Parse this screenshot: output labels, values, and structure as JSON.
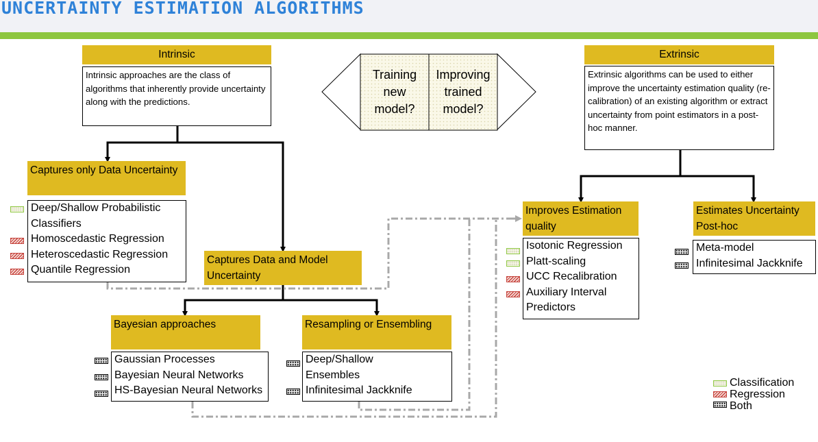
{
  "title": "UNCERTAINTY ESTIMATION ALGORITHMS",
  "intrinsic": {
    "label": "Intrinsic",
    "description": "Intrinsic approaches are the class of algorithms that inherently provide uncertainty along with the predictions."
  },
  "extrinsic": {
    "label": "Extrinsic",
    "description": "Extrinsic algorithms can be used to either improve the uncertainty estimation quality (re-calibration) of an existing algorithm or extract uncertainty from point estimators in a post-hoc manner."
  },
  "arrow": {
    "left": "Training new model?",
    "right": "Improving trained model?"
  },
  "data_only": {
    "label": "Captures only Data Uncertainty",
    "items": [
      {
        "text": "Deep/Shallow Probabilistic Classifiers",
        "kind": "classification"
      },
      {
        "text": "Homoscedastic Regression",
        "kind": "regression"
      },
      {
        "text": "Heteroscedastic Regression",
        "kind": "regression"
      },
      {
        "text": "Quantile Regression",
        "kind": "regression"
      }
    ]
  },
  "data_model": {
    "label": "Captures Data and Model Uncertainty"
  },
  "bayesian": {
    "label": "Bayesian approaches",
    "items": [
      {
        "text": "Gaussian Processes",
        "kind": "both"
      },
      {
        "text": "Bayesian Neural Networks",
        "kind": "both"
      },
      {
        "text": "HS-Bayesian Neural Networks",
        "kind": "both"
      }
    ]
  },
  "resampling": {
    "label": "Resampling or Ensembling",
    "items": [
      {
        "text": "Deep/Shallow Ensembles",
        "kind": "both"
      },
      {
        "text": "Infinitesimal Jackknife",
        "kind": "both"
      }
    ]
  },
  "improves": {
    "label": "Improves Estimation quality",
    "items": [
      {
        "text": "Isotonic Regression",
        "kind": "classification"
      },
      {
        "text": "Platt-scaling",
        "kind": "classification"
      },
      {
        "text": "UCC Recalibration",
        "kind": "regression"
      },
      {
        "text": "Auxiliary Interval Predictors",
        "kind": "regression"
      }
    ]
  },
  "posthoc": {
    "label": "Estimates Uncertainty Post-hoc",
    "items": [
      {
        "text": "Meta-model",
        "kind": "both"
      },
      {
        "text": "Infinitesimal Jackknife",
        "kind": "both"
      }
    ]
  },
  "legend": {
    "classification": "Classification",
    "regression": "Regression",
    "both": "Both"
  },
  "colors": {
    "title": "#2f82d8",
    "bar": "#8dc63f",
    "category_fill": "#dfba21",
    "classification": "#8dc63f",
    "regression": "#c6433c",
    "both": "#000000",
    "dashed_link": "#a8a8a8"
  }
}
